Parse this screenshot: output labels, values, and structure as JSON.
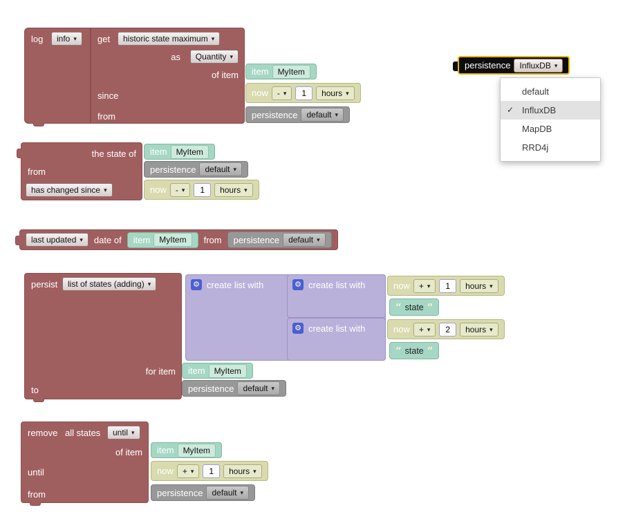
{
  "ui": {
    "arrow": "▾",
    "gear": "⚙",
    "quote_open": "“",
    "quote_close": "”"
  },
  "colors": {
    "block_maroon": "#a05f5f",
    "block_teal": "#a6d7c5",
    "block_olive": "#d9dbae",
    "block_gray": "#989898",
    "block_lavender": "#b9b1da",
    "number_block": "#fcfcff",
    "selection_gold": "#eab500",
    "selected_block_fill": "#0d0d0d",
    "menu_highlight": "#e2e2e2"
  },
  "g1": {
    "log": "log",
    "level": "info",
    "get": "get",
    "metric": "historic state maximum",
    "as": "as",
    "as_type": "Quantity",
    "of_item": "of item",
    "since": "since",
    "from": "from",
    "item": {
      "label": "item",
      "name": "MyItem"
    },
    "now": {
      "now": "now",
      "op": "-",
      "num": "1",
      "unit": "hours"
    },
    "persistence": {
      "label": "persistence",
      "service": "default"
    }
  },
  "g2": {
    "the_state_of": "the state of",
    "from": "from",
    "condition": "has changed since",
    "item": {
      "label": "item",
      "name": "MyItem"
    },
    "persistence": {
      "label": "persistence",
      "service": "default"
    },
    "now": {
      "now": "now",
      "op": "-",
      "num": "1",
      "unit": "hours"
    }
  },
  "g3": {
    "selector": "last updated",
    "date_of": "date of",
    "from": "from",
    "item": {
      "label": "item",
      "name": "MyItem"
    },
    "persistence": {
      "label": "persistence",
      "service": "default"
    }
  },
  "g4": {
    "persist": "persist",
    "mode": "list of states (adding)",
    "outer_create": "create list with",
    "inner1_create": "create list with",
    "inner2_create": "create list with",
    "for_item": "for item",
    "to": "to",
    "item": {
      "label": "item",
      "name": "MyItem"
    },
    "persistence": {
      "label": "persistence",
      "service": "default"
    },
    "now1": {
      "now": "now",
      "op": "+",
      "num": "1",
      "unit": "hours"
    },
    "now2": {
      "now": "now",
      "op": "+",
      "num": "2",
      "unit": "hours"
    },
    "state1": "state",
    "state2": "state"
  },
  "g5": {
    "remove": "remove",
    "all_states": "all states",
    "mode": "until",
    "of_item": "of item",
    "until": "until",
    "from": "from",
    "item": {
      "label": "item",
      "name": "MyItem"
    },
    "now": {
      "now": "now",
      "op": "+",
      "num": "1",
      "unit": "hours"
    },
    "persistence": {
      "label": "persistence",
      "service": "default"
    }
  },
  "selector": {
    "label": "persistence",
    "service": "InfluxDB"
  },
  "menu": {
    "items": [
      {
        "label": "default"
      },
      {
        "label": "InfluxDB",
        "check": "✓"
      },
      {
        "label": "MapDB"
      },
      {
        "label": "RRD4j"
      }
    ]
  }
}
